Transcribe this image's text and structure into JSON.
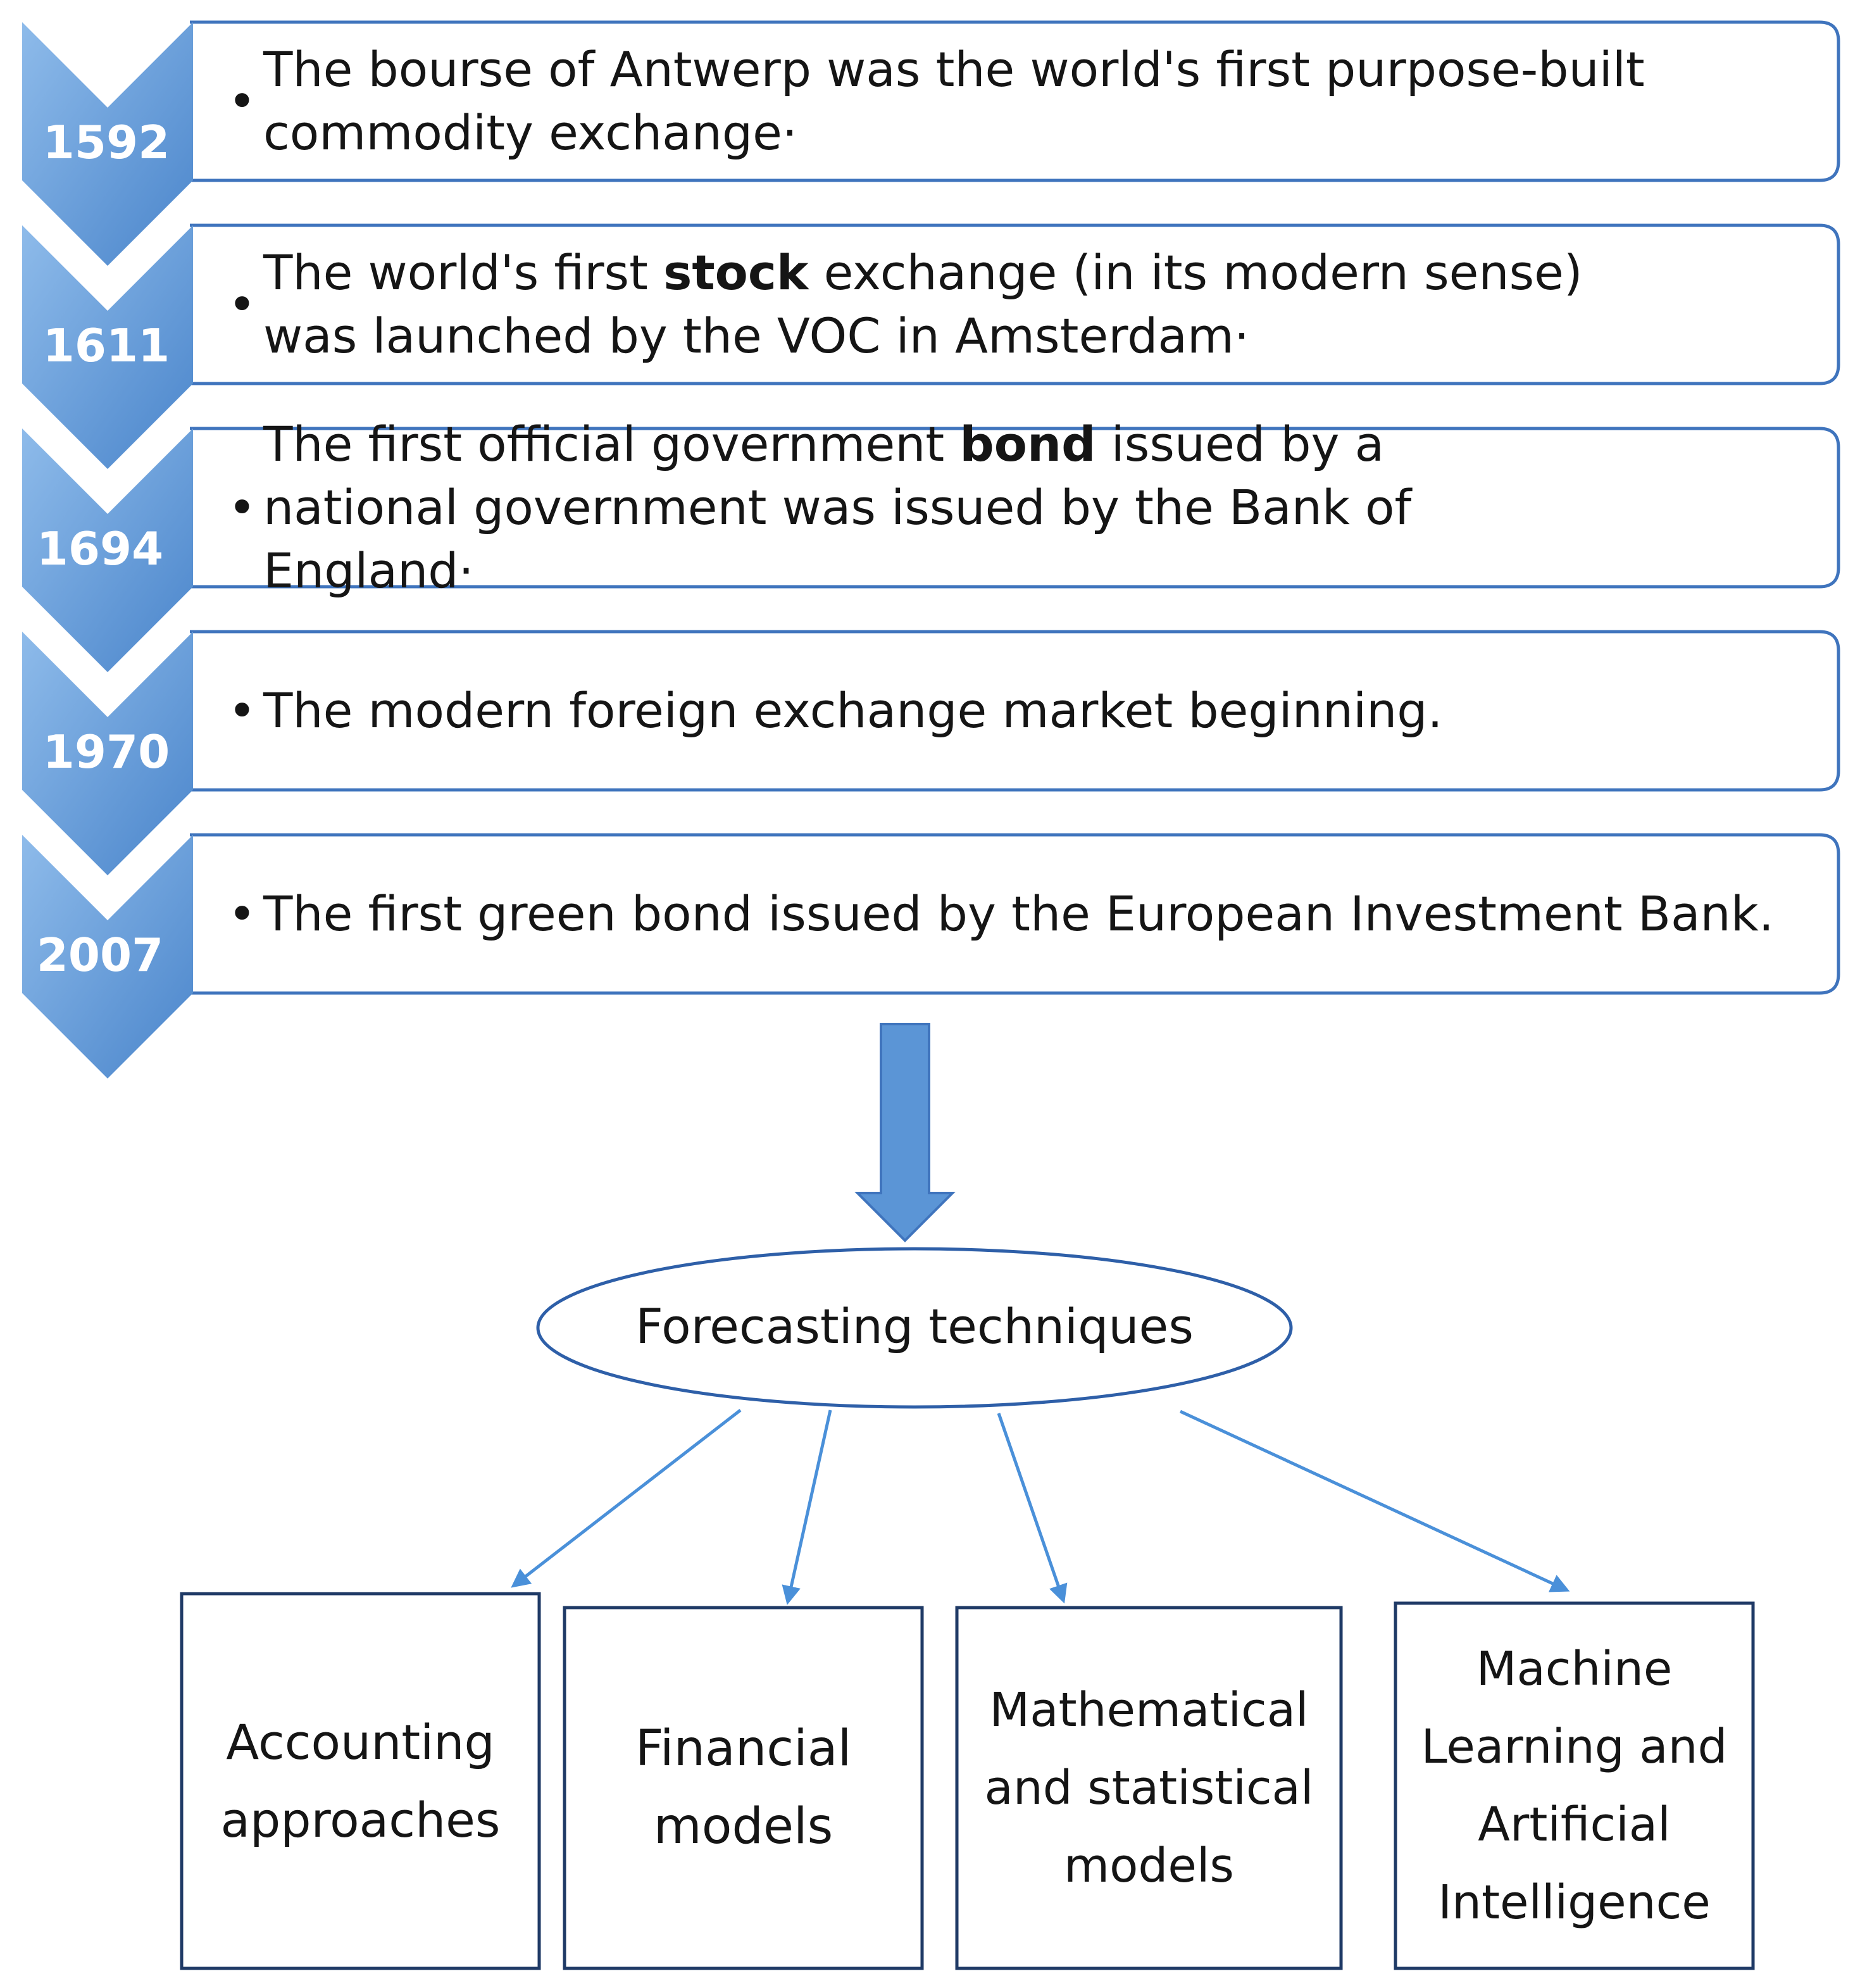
{
  "timeline": [
    {
      "year": "1592",
      "text_before": "The bourse of Antwerp was the world's first purpose-built",
      "text_after": "commodity exchange·",
      "bold": ""
    },
    {
      "year": "1611",
      "text_before": "The world's first ",
      "bold": "stock",
      "text_after": " exchange (in its modern sense) was launched by the VOC in Amsterdam·"
    },
    {
      "year": "1694",
      "text_before": "The first official government ",
      "bold": "bond",
      "text_after": " issued by a national government was issued by the Bank of England·"
    },
    {
      "year": "1970",
      "text_before": "The modern foreign exchange market beginning.",
      "bold": "",
      "text_after": ""
    },
    {
      "year": "2007",
      "text_before": "The first green bond issued by the European Investment Bank.",
      "bold": "",
      "text_after": ""
    }
  ],
  "bullet_glyph": "•",
  "center": {
    "label": "Forecasting techniques"
  },
  "categories": [
    {
      "label": "Accounting approaches"
    },
    {
      "label": "Financial models"
    },
    {
      "label": "Mathematical and statistical models"
    },
    {
      "label": "Machine Learning and Artificial Intelligence"
    }
  ],
  "colors": {
    "chevron_light": "#86b4e6",
    "chevron_dark": "#4b86cc",
    "box_border": "#3f74bd",
    "arrow": "#5b95d6",
    "connector": "#4a90d9",
    "category_border": "#1f3a66"
  }
}
